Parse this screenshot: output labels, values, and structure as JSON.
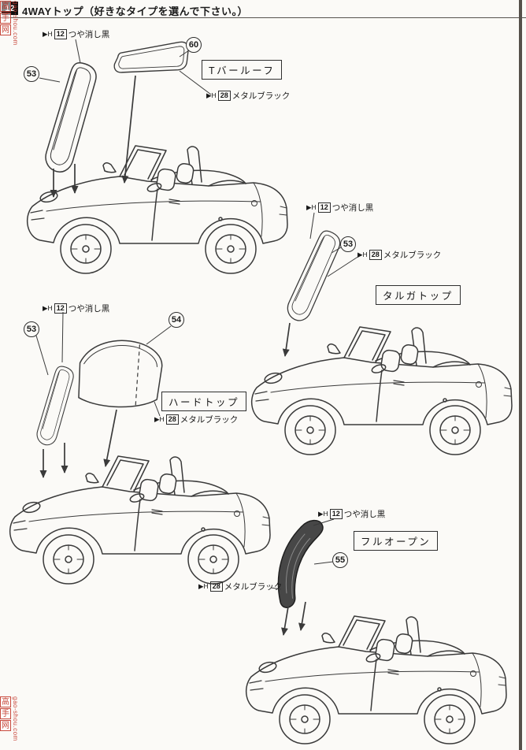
{
  "header": {
    "step": "12",
    "title": "4WAYトップ（好きなタイプを選んで下さい。）"
  },
  "watermark": {
    "chars": [
      "高",
      "手",
      "网"
    ],
    "domain": "gao-shou.com",
    "color": "#c43a2e"
  },
  "paint": {
    "marker": "▶H"
  },
  "sections": [
    {
      "id": "t-bar-roof",
      "label": "Tバールーフ",
      "parts": [
        {
          "num": "53"
        },
        {
          "num": "60"
        }
      ],
      "callouts": [
        {
          "code": "12",
          "name": "つや消し黒"
        },
        {
          "code": "28",
          "name": "メタルブラック"
        }
      ]
    },
    {
      "id": "targa-top",
      "label": "タルガトップ",
      "parts": [
        {
          "num": "53"
        }
      ],
      "callouts": [
        {
          "code": "12",
          "name": "つや消し黒"
        },
        {
          "code": "28",
          "name": "メタルブラック"
        }
      ]
    },
    {
      "id": "hard-top",
      "label": "ハードトップ",
      "parts": [
        {
          "num": "53"
        },
        {
          "num": "54"
        }
      ],
      "callouts": [
        {
          "code": "12",
          "name": "つや消し黒"
        },
        {
          "code": "28",
          "name": "メタルブラック"
        }
      ]
    },
    {
      "id": "full-open",
      "label": "フルオープン",
      "parts": [
        {
          "num": "55"
        }
      ],
      "callouts": [
        {
          "code": "12",
          "name": "つや消し黒"
        },
        {
          "code": "28",
          "name": "メタルブラック"
        }
      ]
    }
  ]
}
